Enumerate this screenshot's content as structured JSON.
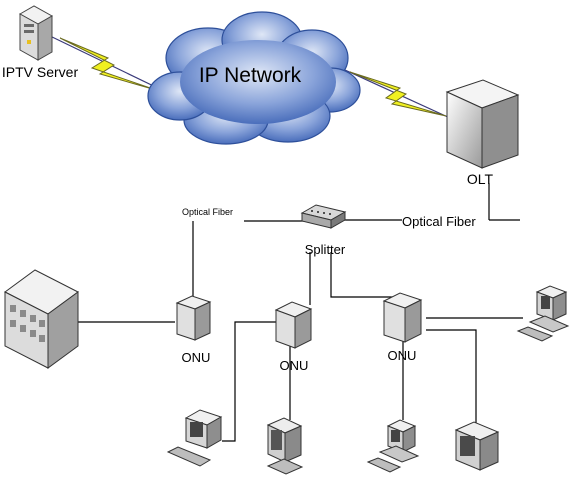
{
  "nodes": {
    "iptv_server": "IPTV Server",
    "ip_network": "IP Network",
    "olt": "OLT",
    "splitter": "Splitter",
    "onu_left": "ONU",
    "onu_middle": "ONU",
    "onu_right": "ONU"
  },
  "links": {
    "optical_fiber_left": "Optical Fiber",
    "optical_fiber_right": "Optical Fiber"
  },
  "colors": {
    "cloud": "#4f78c8",
    "cloud_light": "#c9d6ef",
    "lightning": "#f0f020",
    "lightning_outline": "#5a5a20",
    "device_gray": "#d0d0d0",
    "line": "#000000"
  }
}
